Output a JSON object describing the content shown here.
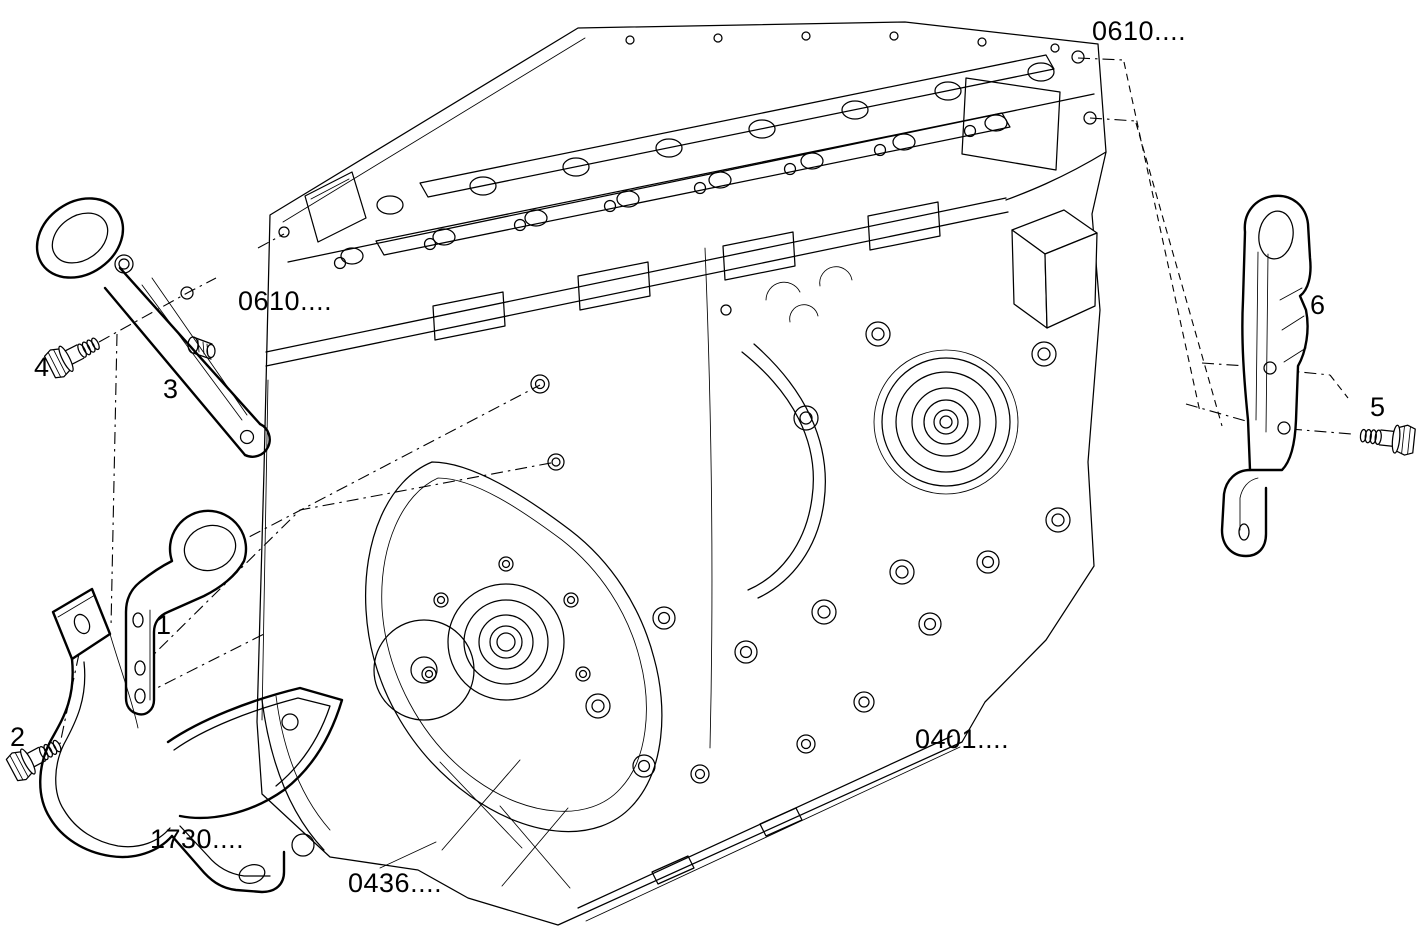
{
  "diagram": {
    "background": "#ffffff",
    "line_color": "#000000",
    "codes": {
      "head_left": "0610....",
      "head_top": "0610....",
      "block": "0401....",
      "support_bracket": "1730....",
      "front_cover": "0436...."
    },
    "callouts": {
      "1": "1",
      "2": "2",
      "3": "3",
      "4": "4",
      "5": "5",
      "6": "6"
    }
  }
}
